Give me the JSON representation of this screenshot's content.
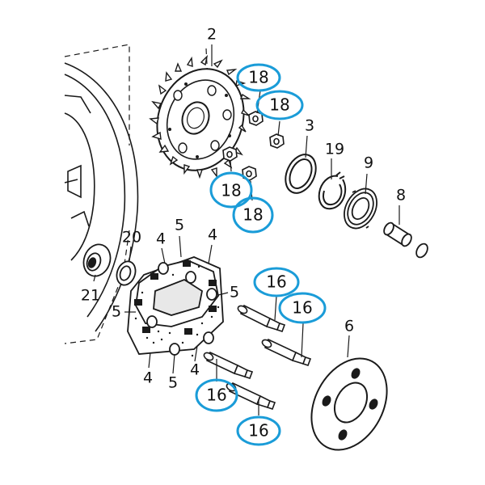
{
  "diagram": {
    "type": "exploded-parts-diagram",
    "highlight_color": "#1a9cd8",
    "line_color": "#1a1a1a",
    "part_labels": [
      {
        "id": "label-2",
        "text": "2"
      },
      {
        "id": "label-3",
        "text": "3"
      },
      {
        "id": "label-19",
        "text": "19"
      },
      {
        "id": "label-9",
        "text": "9"
      },
      {
        "id": "label-8",
        "text": "8"
      },
      {
        "id": "label-20",
        "text": "20"
      },
      {
        "id": "label-21",
        "text": "21"
      },
      {
        "id": "label-4a",
        "text": "4"
      },
      {
        "id": "label-5a",
        "text": "5"
      },
      {
        "id": "label-4b",
        "text": "4"
      },
      {
        "id": "label-5b",
        "text": "5"
      },
      {
        "id": "label-5c",
        "text": "5"
      },
      {
        "id": "label-4c",
        "text": "4"
      },
      {
        "id": "label-5d",
        "text": "5"
      },
      {
        "id": "label-4d",
        "text": "4"
      },
      {
        "id": "label-6",
        "text": "6"
      }
    ],
    "callouts": [
      {
        "id": "callout-18a",
        "text": "18"
      },
      {
        "id": "callout-18b",
        "text": "18"
      },
      {
        "id": "callout-18c",
        "text": "18"
      },
      {
        "id": "callout-18d",
        "text": "18"
      },
      {
        "id": "callout-16a",
        "text": "16"
      },
      {
        "id": "callout-16b",
        "text": "16"
      },
      {
        "id": "callout-16c",
        "text": "16"
      },
      {
        "id": "callout-16d",
        "text": "16"
      }
    ]
  }
}
